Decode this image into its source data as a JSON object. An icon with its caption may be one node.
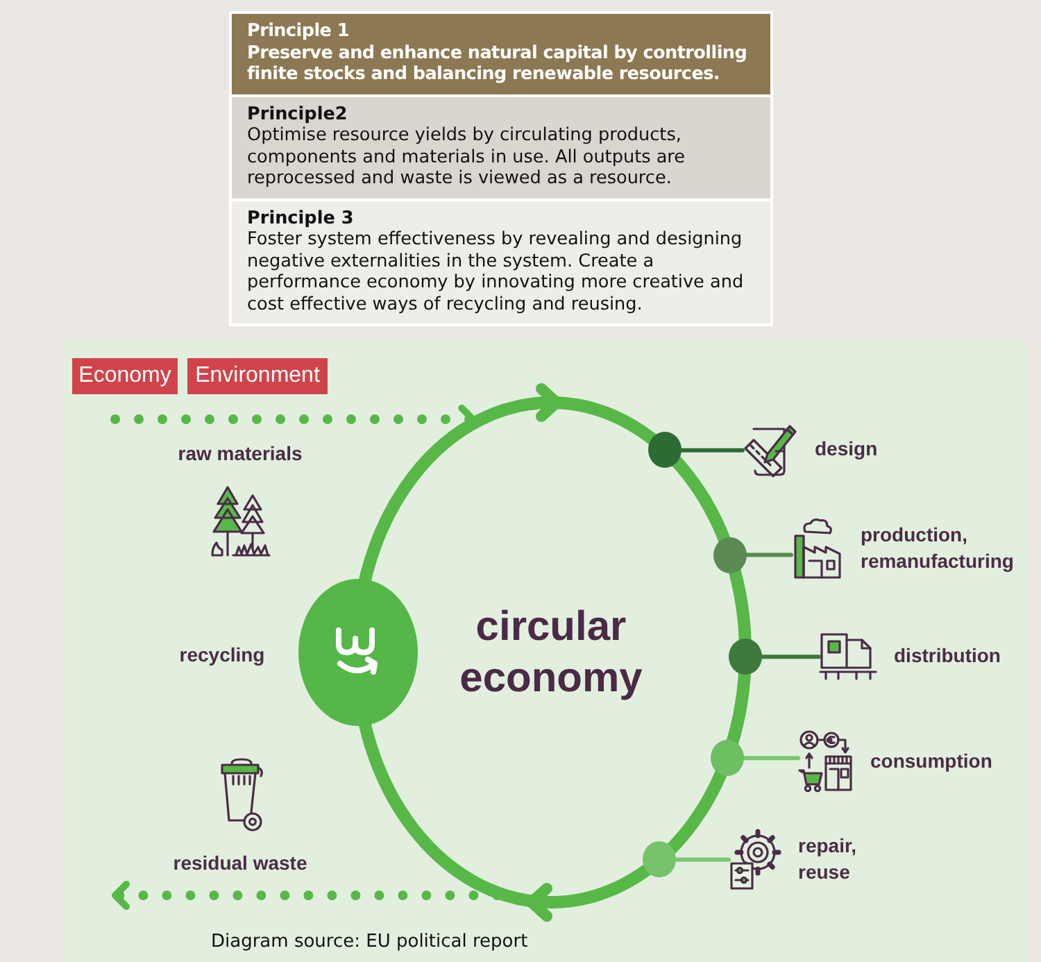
{
  "diagram": {
    "caption": "Diagram source: EU political report",
    "nodes": [
      {
        "text": [
          "Principle 1",
          "Preserve and enhance natural capital by controlling finite stocks and balancing renewable resources."
        ]
      },
      {
        "text": [
          "Principle2",
          "Optimise resource yields by circulating products, components and materials in use. All outputs are reprocessed and waste is viewed as a resource."
        ]
      },
      {
        "text": [
          "Principle 3",
          "Foster system effectiveness by revealing and designing negative externalities in the system. Create a performance economy by innovating more creative and cost effective ways of recycling and reusing."
        ]
      },
      {
        "text": [
          "Economy"
        ]
      },
      {
        "text": [
          "Environment"
        ]
      },
      {
        "text": [
          "circular economy"
        ]
      },
      {
        "text": [],
        "shape": "circle"
      },
      {
        "text": [
          "design"
        ]
      },
      {
        "text": [],
        "shape": "circle"
      },
      {
        "text": [
          "production, remanufacturing"
        ]
      },
      {
        "text": [],
        "shape": "circle",
        "beside": [
          "recycling"
        ]
      },
      {
        "text": [],
        "shape": "circle"
      },
      {
        "text": [
          "distribution"
        ]
      },
      {
        "text": [],
        "shape": "circle"
      },
      {
        "text": [
          "consumption"
        ]
      },
      {
        "text": [],
        "shape": "circle"
      },
      {
        "text": [
          "repair, reuse"
        ]
      }
    ],
    "edges": [
      {
        "from": null,
        "to": 5,
        "arrow": "to",
        "style": "dashed"
      },
      {
        "from": 5,
        "to": null,
        "arrow": "to",
        "style": "dashed"
      },
      {
        "from": 7,
        "to": 6,
        "arrow": "none",
        "color": "#2c6b33"
      },
      {
        "from": 9,
        "to": 8,
        "arrow": "none",
        "color": "#5b8b52"
      },
      {
        "from": 12,
        "to": 11,
        "arrow": "none",
        "color": "#3d7a3c"
      },
      {
        "from": 14,
        "to": 13,
        "arrow": "none",
        "color": "#7cc46f"
      },
      {
        "from": 16,
        "to": 15,
        "arrow": "none",
        "color": "#7cc46f"
      }
    ],
    "labels": [
      "raw materials",
      "residual waste"
    ]
  }
}
